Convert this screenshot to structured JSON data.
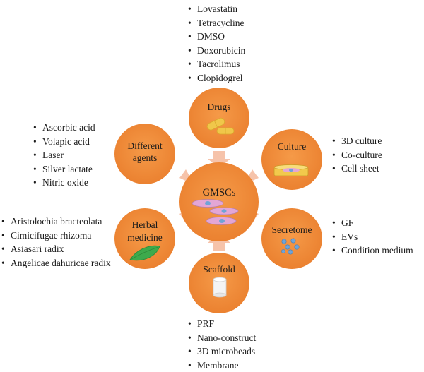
{
  "center": {
    "label": "GMSCs"
  },
  "nodes": {
    "drugs": {
      "label": "Drugs",
      "items": [
        "Lovastatin",
        "Tetracycline",
        "DMSO",
        "Doxorubicin",
        "Tacrolimus",
        "Clopidogrel"
      ]
    },
    "culture": {
      "label": "Culture",
      "items": [
        "3D culture",
        "Co-culture",
        "Cell sheet"
      ]
    },
    "secretome": {
      "label": "Secretome",
      "items": [
        "GF",
        "EVs",
        "Condition medium"
      ]
    },
    "scaffold": {
      "label": "Scaffold",
      "items": [
        "PRF",
        "Nano-construct",
        "3D microbeads",
        "Membrane"
      ]
    },
    "herbal": {
      "label_line1": "Herbal",
      "label_line2": "medicine",
      "items": [
        "Aristolochia bracteolata",
        "Cimicifugae rhizoma",
        "Asiasari radix",
        "Angelicae dahuricae radix"
      ]
    },
    "agents": {
      "label_line1": "Different",
      "label_line2": "agents",
      "items": [
        "Ascorbic acid",
        "Volapic acid",
        "Laser",
        "Silver lactate",
        "Nitric oxide"
      ]
    }
  },
  "colors": {
    "circle": "#ee8a3b",
    "arrow": "#f6c3aa",
    "cell": "#e3a6d5",
    "nucleus": "#6fa4d8",
    "leaf": "#3daa4c",
    "pill": "#f0c74a"
  }
}
